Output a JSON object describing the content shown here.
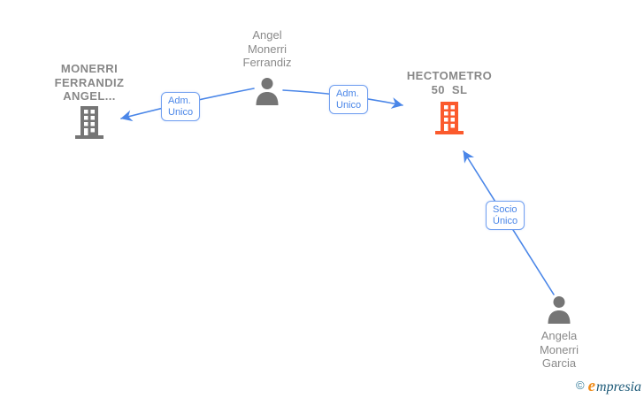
{
  "diagram": {
    "nodes": {
      "monerri": {
        "type": "company",
        "name_line1": "MONERRI",
        "name_line2": "FERRANDIZ",
        "name_line3": "ANGEL..."
      },
      "angel": {
        "type": "person",
        "name_line1": "Angel",
        "name_line2": "Monerri",
        "name_line3": "Ferrandiz"
      },
      "hectometro": {
        "type": "company",
        "name_line1": "HECTOMETRO",
        "name_line2": "50  SL"
      },
      "angela": {
        "type": "person",
        "name_line1": "Angela",
        "name_line2": "Monerri",
        "name_line3": "Garcia"
      }
    },
    "edges": {
      "adm_left": {
        "from": "angel",
        "to": "monerri",
        "label_line1": "Adm.",
        "label_line2": "Unico"
      },
      "adm_right": {
        "from": "angel",
        "to": "hectometro",
        "label_line1": "Adm.",
        "label_line2": "Unico"
      },
      "socio": {
        "from": "angela",
        "to": "hectometro",
        "label_line1": "Socio",
        "label_line2": "Único"
      }
    }
  },
  "colors": {
    "background": "#ffffff",
    "edge_blue": "#4a86e8",
    "label_box_border": "#74a1f0",
    "label_text_blue": "#4a86e8",
    "entity_text_gray": "#8a8a8a",
    "icon_gray": "#757575",
    "icon_orange": "#fb5a2d",
    "logo_copyright_teal": "#367d9c",
    "logo_brand_orange": "#ef8c1a",
    "logo_brand_teal": "#1d5a78"
  },
  "watermark": {
    "copyright": "©",
    "brand_e": "e",
    "brand_rest": "mpresia"
  }
}
